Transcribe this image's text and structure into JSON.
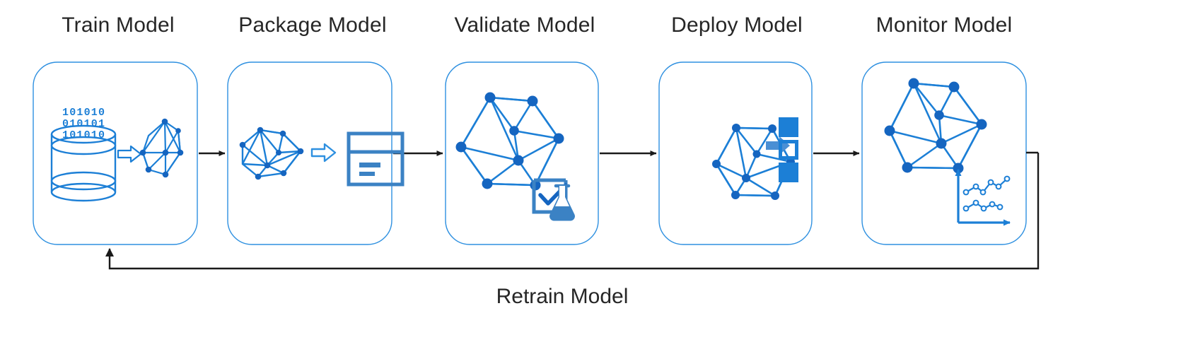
{
  "diagram": {
    "title_text_color": "#262626",
    "accent_color": "#1c7fd6",
    "accent_dark_color": "#1565c0",
    "accent_soft_color": "#5b9bd5",
    "arrow_color": "#1a1a1a",
    "loop_line_color": "#1a1a1a",
    "background": "#ffffff",
    "steps": [
      {
        "id": "train-model",
        "label": "Train Model",
        "icons": [
          "database-cylinder-icon",
          "binary-digits-icon",
          "hollow-arrow-icon",
          "neural-network-graph-icon"
        ],
        "binary_rows": [
          "101010",
          "010101",
          "101010"
        ]
      },
      {
        "id": "package-model",
        "label": "Package Model",
        "icons": [
          "neural-network-graph-icon",
          "hollow-arrow-icon",
          "package-box-icon"
        ]
      },
      {
        "id": "validate-model",
        "label": "Validate Model",
        "icons": [
          "neural-network-graph-icon",
          "checkmark-clipboard-icon",
          "flask-icon"
        ]
      },
      {
        "id": "deploy-model",
        "label": "Deploy Model",
        "icons": [
          "neural-network-graph-icon",
          "solid-arrow-icon",
          "stacked-squares-icon"
        ]
      },
      {
        "id": "monitor-model",
        "label": "Monitor Model",
        "icons": [
          "neural-network-graph-icon",
          "line-chart-icon"
        ]
      }
    ],
    "connectors": [
      {
        "id": "connector-train-package",
        "type": "arrow-right"
      },
      {
        "id": "connector-package-validate",
        "type": "arrow-right"
      },
      {
        "id": "connector-validate-deploy",
        "type": "arrow-right"
      },
      {
        "id": "connector-deploy-monitor",
        "type": "arrow-right"
      }
    ],
    "feedback_loop": {
      "id": "retrain-loop",
      "label": "Retrain Model",
      "direction": "monitor-to-train",
      "type": "arrow-up"
    }
  }
}
